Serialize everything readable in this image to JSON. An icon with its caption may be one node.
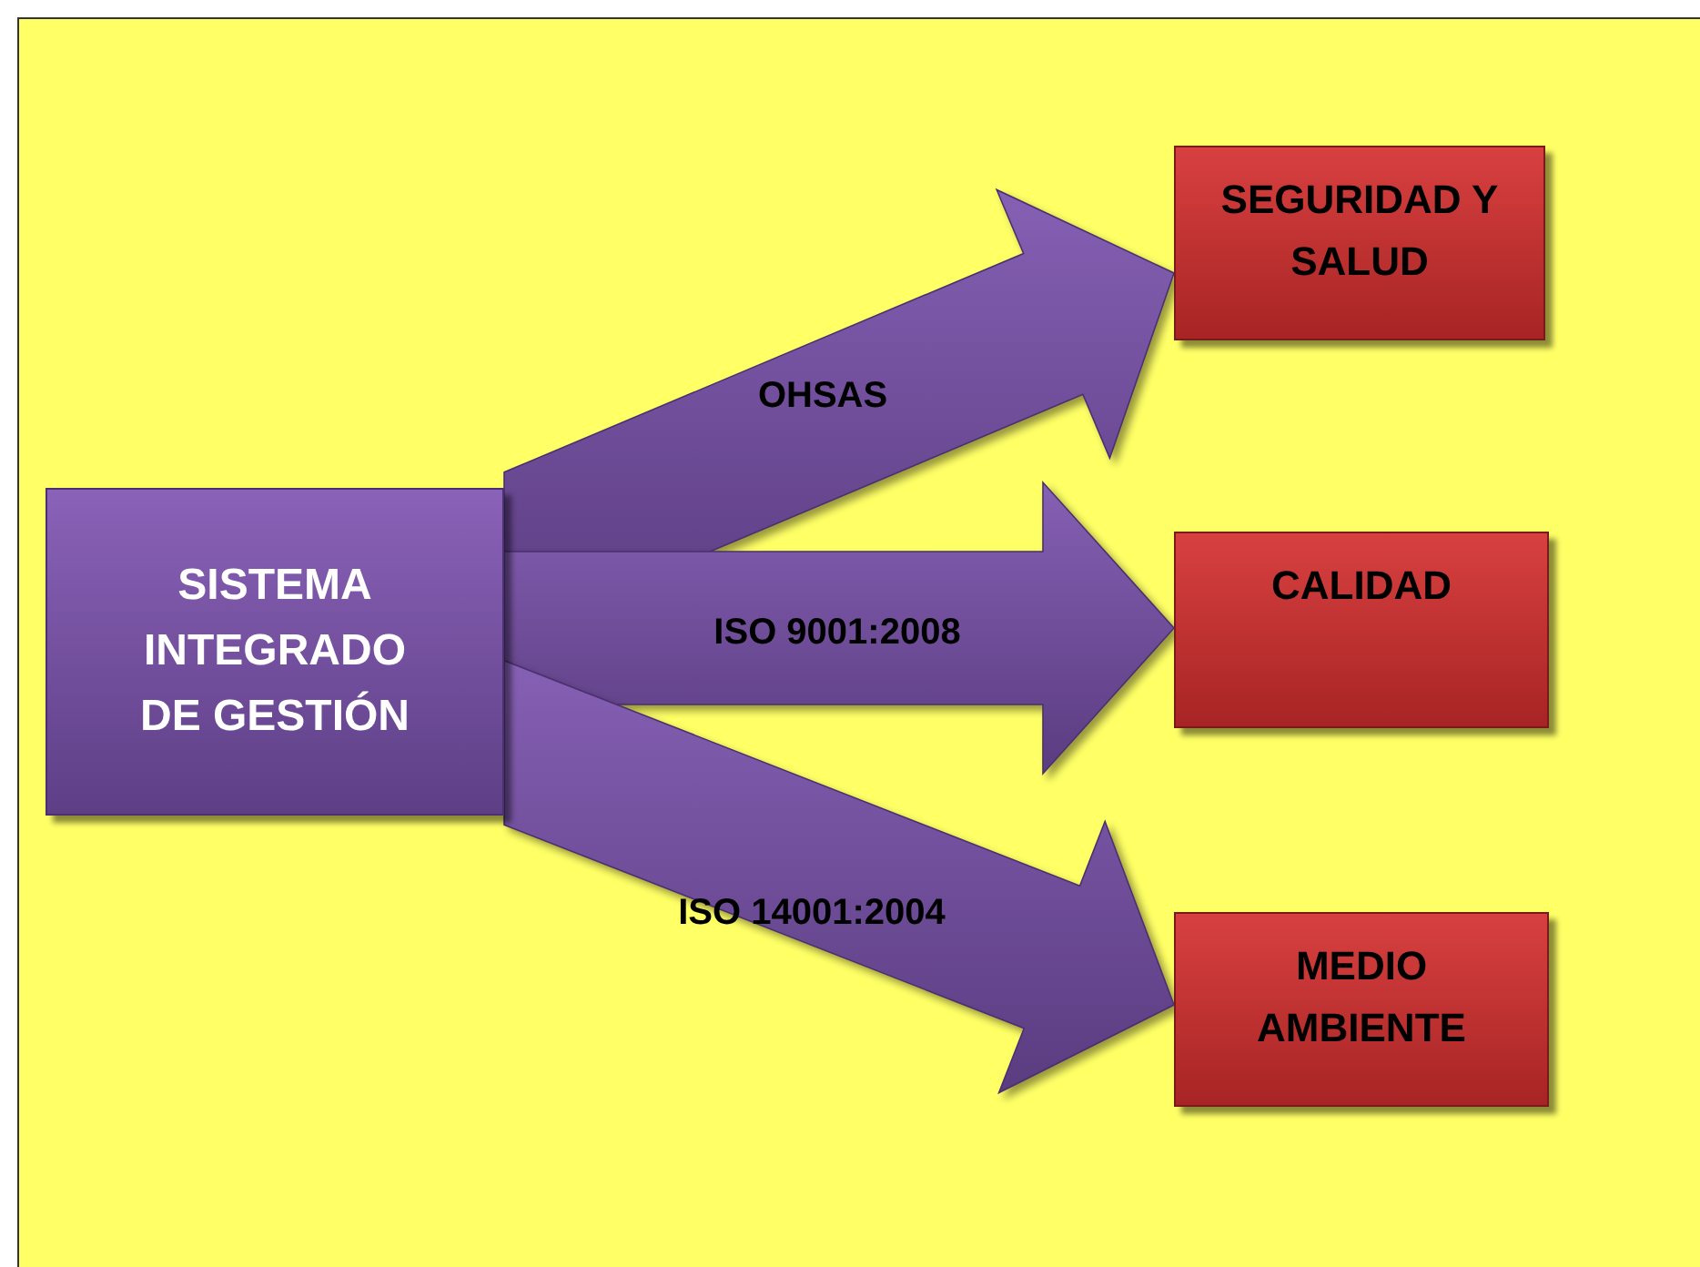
{
  "diagram": {
    "nodes": [
      {
        "text": [
          "SISTEMA INTEGRADO DE GESTIÓN"
        ]
      },
      {
        "text": [
          "SEGURIDAD Y SALUD"
        ]
      },
      {
        "text": [
          "CALIDAD"
        ]
      },
      {
        "text": [
          "MEDIO AMBIENTE"
        ]
      }
    ],
    "edges": [
      {
        "from": 0,
        "to": 1,
        "arrow": "to",
        "label": "OHSAS"
      },
      {
        "from": 0,
        "to": 2,
        "arrow": "to",
        "label": "ISO 9001:2008"
      },
      {
        "from": 0,
        "to": 3,
        "arrow": "to",
        "label": "ISO 14001:2004"
      }
    ]
  }
}
